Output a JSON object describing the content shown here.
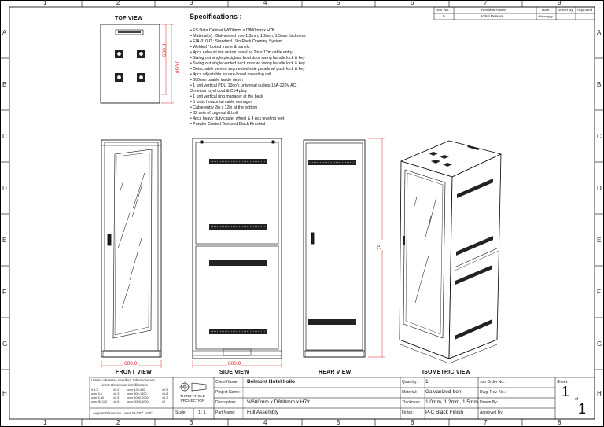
{
  "zones": {
    "columns": [
      "1",
      "2",
      "3",
      "4",
      "5",
      "6",
      "7",
      "8"
    ],
    "rows": [
      "A",
      "B",
      "C",
      "D",
      "E",
      "F",
      "G",
      "H"
    ]
  },
  "revision_table": {
    "headers": [
      "Rev. No.",
      "Revision History",
      "Date",
      "Drawn By",
      "Approved"
    ],
    "row": {
      "rev": "0",
      "history": "Initial Release",
      "date": "dd/mm/yyyy",
      "drawn": "",
      "approved": ""
    }
  },
  "views": {
    "top": "TOP VIEW",
    "front": "FRONT VIEW",
    "side": "SIDE VIEW",
    "rear": "REAR VIEW",
    "iso": "ISOMETRIC VIEW"
  },
  "dimensions": {
    "top_width": "600.0",
    "top_depth": "850.0",
    "front_width": "600.0",
    "side_depth": "800.0",
    "height": "75..."
  },
  "specs": {
    "title": "Specifications :",
    "lines": [
      "• FS Data Cabinet W600mm x D800mm x H7ft",
      "• Material(s) : Galvanized Iron-1.0mm, 1.2mm, 1.5mm thickness",
      "• EIA-310-D : Standard 19in Rack Opening System",
      "• Welded / bolted frame & panels",
      "• 4pcs exhaust fan on top panel w/ 2in x 12in cable entry",
      "• Swing out single plexiglass front door swing handle lock & key",
      "• Swing out single vented back door w/ swing handle lock & key",
      "• Detachable vented segmented side panels w/ push lock & key",
      "• 4pcs adjustable  square-holed mounting rail",
      "• 600mm usable inside depth",
      "• 1 unit vertical PDU 10co's universal outlets 15A-220V AC,",
      "  3 meters royal cord & C14 plug",
      "• 1 unit vertical ring manager at the back",
      "• 5 units horizontal cable manager",
      "• Cable entry 2in x 12in at the bottom",
      "• 32 sets of cagenut & bolt",
      "• 4pcs heavy duty caster wheel & 4 pcs leveling feet",
      "• Powder Coated Textured Black Finished"
    ]
  },
  "title_block": {
    "tolerance_title": "Unless otherwise specified, tolerances are:",
    "tolerance_sub": "Linear Dimension in millimeters",
    "tolerance_rows": [
      [
        "0.5-3",
        "±0.2",
        "over 120-400",
        "±0.5"
      ],
      [
        "over 3-6",
        "±0.3",
        "over 400-1000",
        "±0.8"
      ],
      [
        "over 6-30",
        "±0.5",
        "over 1000-2000",
        "±1.2"
      ],
      [
        "over 30-120",
        "±0.5",
        "over 2000-4000",
        "±2"
      ]
    ],
    "angular": "Angular Dimension :  over 30-120°   ±0.5°",
    "projection": "THIRD ANGLE PROJECTION",
    "scale_label": "Scale:",
    "scale_value": "1 : 1",
    "client_label": "Client Name:",
    "client_value": "Belmont Hotel Iloilo",
    "project_label": "Project Name:",
    "project_value": "",
    "description_label": "Description:",
    "description_value": "W600mm x D800mm x H7ft",
    "part_label": "Part Name:",
    "part_value": "Full Assembly",
    "quantity_label": "Quantity:",
    "quantity_value": "1",
    "material_label": "Material:",
    "material_value": "Galvanized Iron",
    "thickness_label": "Thickness:",
    "thickness_value": "1.0mm, 1.2mm, 1.5mm",
    "finish_label": "Finish:",
    "finish_value": "P-C Black Finish",
    "job_label": "Job Order No.:",
    "job_value": "",
    "dwg_label": "Dwg. Rev. No.:",
    "dwg_value": "",
    "drawn_label": "Drawn By:",
    "drawn_value": "",
    "approved_label": "Approved By:",
    "approved_value": "",
    "sheet_label": "Sheet:",
    "sheet_value": "1",
    "sheet_of": "of",
    "sheet_total": "1"
  }
}
